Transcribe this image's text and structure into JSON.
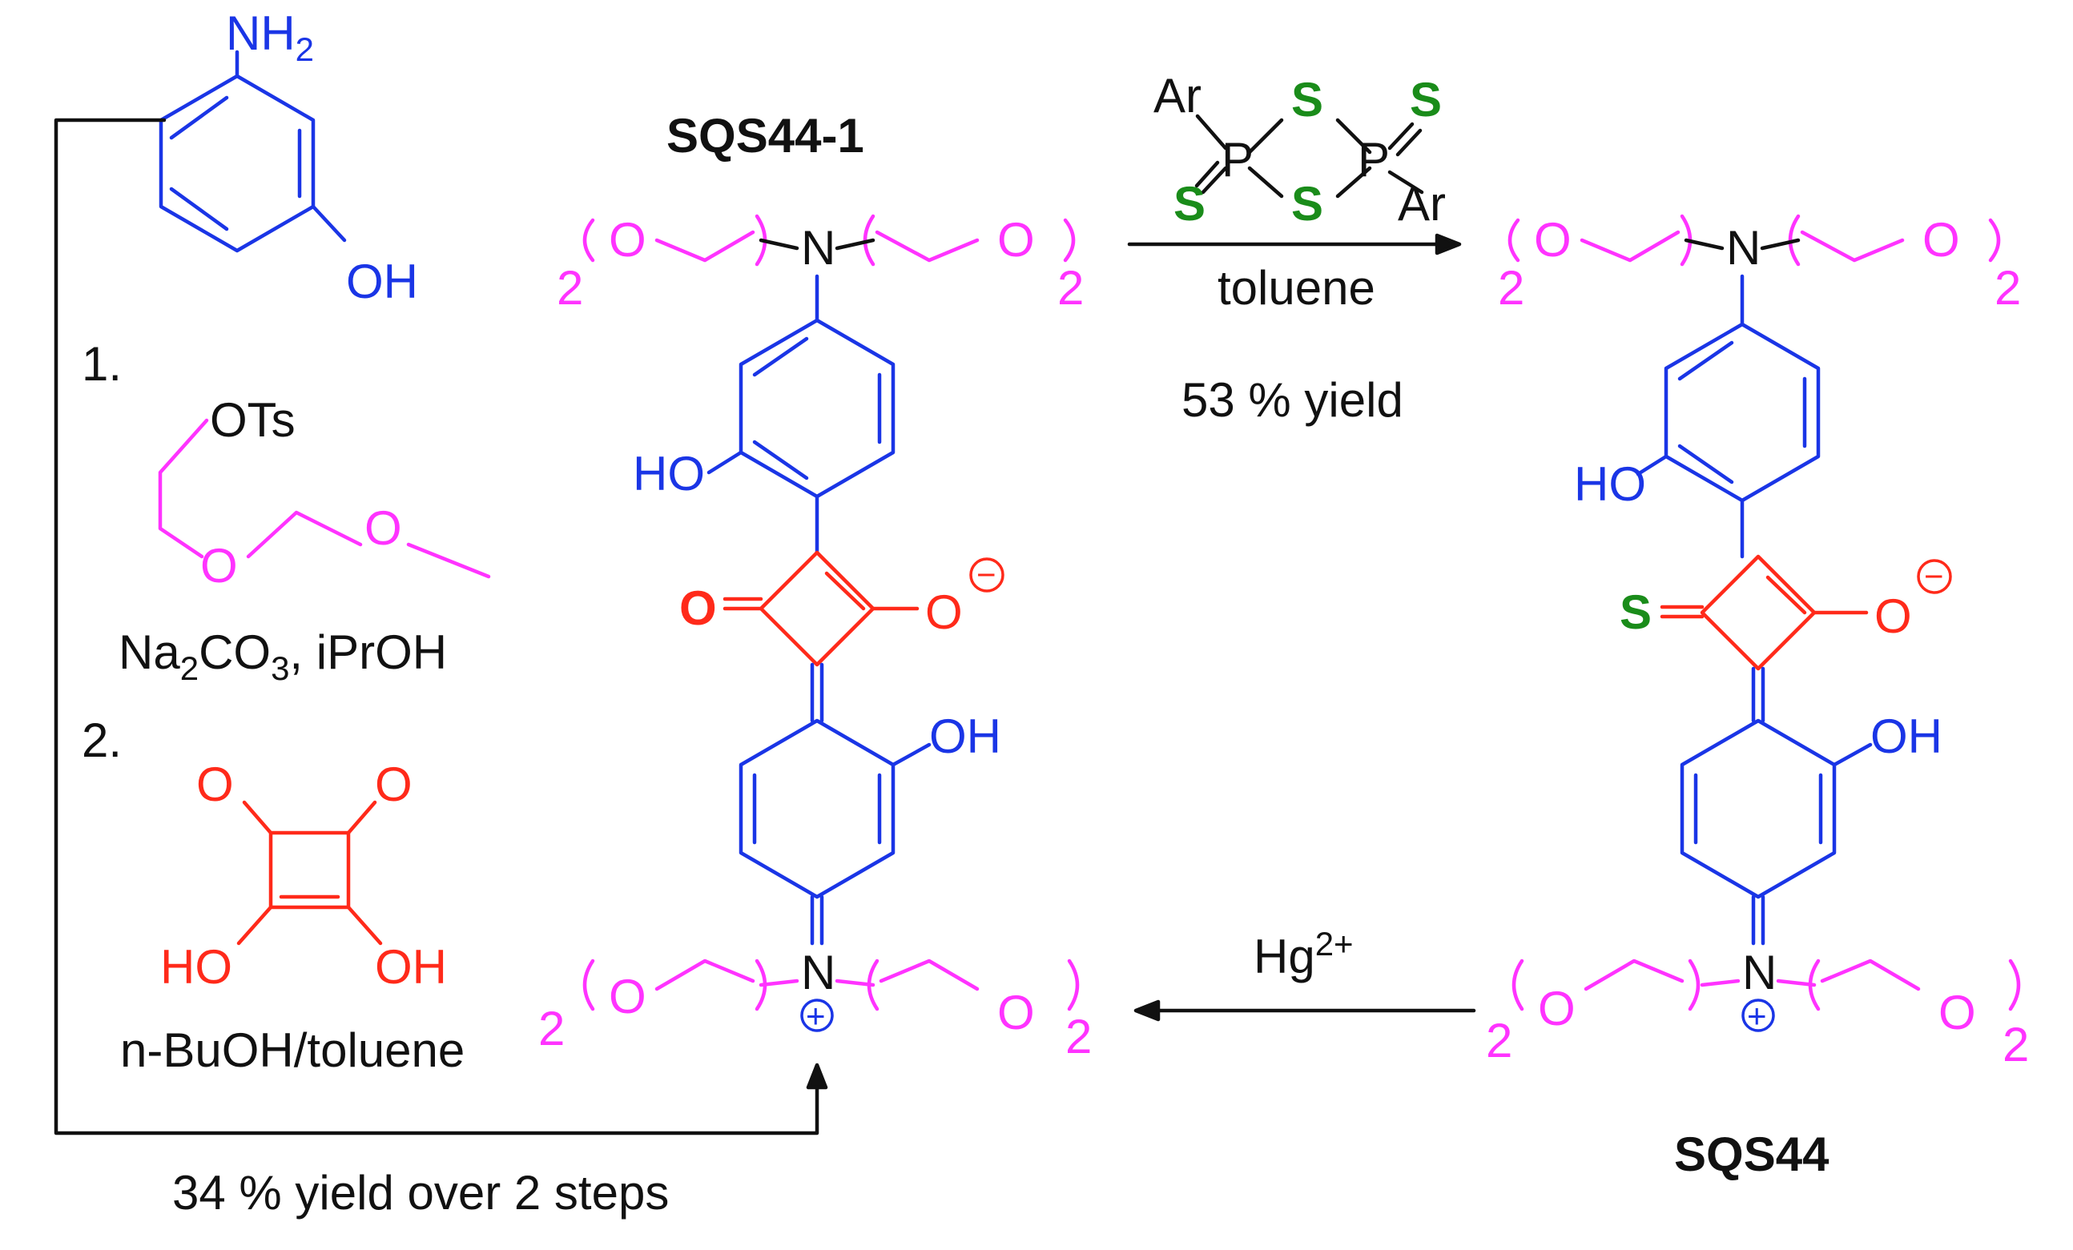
{
  "colors": {
    "aromatic": "#1a35e6",
    "peg": "#ff33ff",
    "squaraine": "#ff2a1a",
    "sulfur": "#1a8c1a",
    "text": "#111111"
  },
  "labels": {
    "compound_left": "SQS44-1",
    "compound_right": "SQS44"
  },
  "reactant": {
    "amine": "NH",
    "amine_sub": "2",
    "hydroxyl": "OH"
  },
  "steps": {
    "step1_num": "1.",
    "step1_reagent_top": "OTs",
    "step1_o": "O",
    "step1_conditions_a": "Na",
    "step1_conditions_sub1": "2",
    "step1_conditions_b": "CO",
    "step1_conditions_sub2": "3",
    "step1_conditions_c": ", iPrOH",
    "step2_num": "2.",
    "step2_o": "O",
    "step2_oh": "HO",
    "step2_oh2": "OH",
    "step2_conditions": "n-BuOH/toluene",
    "overall_yield": "34 % yield over 2 steps"
  },
  "reagent_top": {
    "ar": "Ar",
    "p": "P",
    "s": "S",
    "solvent": "toluene",
    "yield": "53 % yield"
  },
  "reagent_bottom": {
    "hg": "Hg",
    "hg_charge": "2+"
  },
  "atoms": {
    "n": "N",
    "o": "O",
    "s": "S",
    "ho": "HO",
    "oh": "OH",
    "two": "2",
    "minus": "−",
    "plus": "+"
  }
}
